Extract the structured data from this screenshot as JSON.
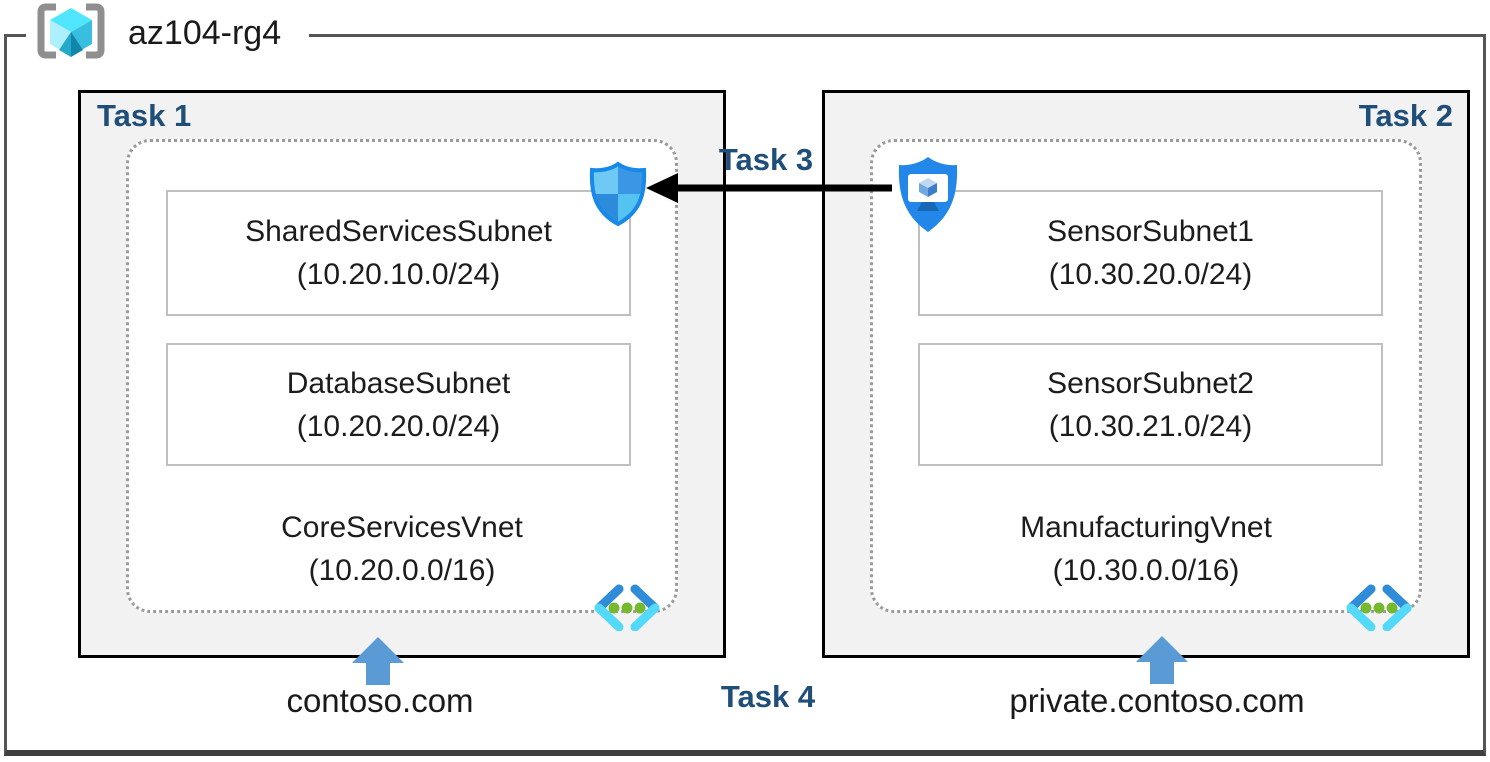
{
  "resource_group": {
    "name": "az104-rg4"
  },
  "tasks": {
    "task1": "Task 1",
    "task2": "Task 2",
    "task3": "Task 3",
    "task4": "Task 4"
  },
  "left_vnet": {
    "name": "CoreServicesVnet",
    "cidr": "(10.20.0.0/16)",
    "subnets": [
      {
        "name": "SharedServicesSubnet",
        "cidr": "(10.20.10.0/24)"
      },
      {
        "name": "DatabaseSubnet",
        "cidr": "(10.20.20.0/24)"
      }
    ],
    "dns_label": "contoso.com"
  },
  "right_vnet": {
    "name": "ManufacturingVnet",
    "cidr": "(10.30.0.0/16)",
    "subnets": [
      {
        "name": "SensorSubnet1",
        "cidr": "(10.30.20.0/24)"
      },
      {
        "name": "SensorSubnet2",
        "cidr": "(10.30.21.0/24)"
      }
    ],
    "dns_label": "private.contoso.com"
  },
  "icons": {
    "resource_group": "resource-group-icon",
    "left_shield": "network-security-group-icon",
    "right_shield": "application-security-group-icon",
    "vnet": "virtual-network-icon",
    "peering": "peering-arrow",
    "dns_pointer": "up-arrow"
  },
  "colors": {
    "task_label": "#1F4E79",
    "box_background": "#F2F2F2",
    "box_border": "#000000",
    "dotted_border": "#9b9b9b",
    "subnet_border": "#bfbfbf",
    "frame": "#555555",
    "up_arrow": "#5B9BD5",
    "peer_arrow": "#000000",
    "nsg_light": "#6EC9F5",
    "nsg_dark": "#3B97E6",
    "asg_blue": "#2287E8",
    "vnet_bracket_dark": "#2E8CD8",
    "vnet_bracket_cyan": "#53D9F9",
    "vnet_dot_green": "#76B82F",
    "cube_top": "#50E6FF",
    "cube_left": "#AEEFFD",
    "cube_right": "#38BEDF"
  }
}
